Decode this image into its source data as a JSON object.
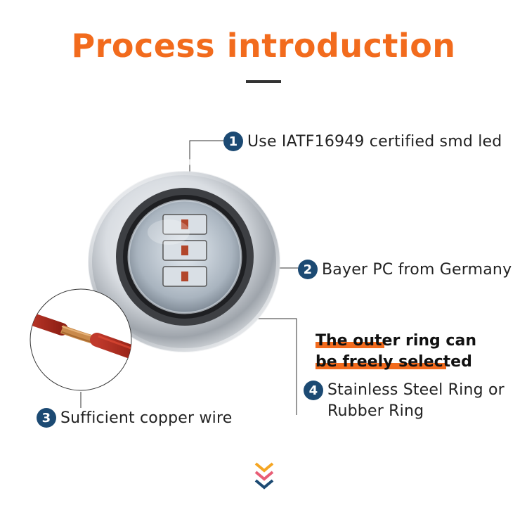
{
  "title": "Process introduction",
  "callouts": {
    "c1": {
      "num": "1",
      "text": "Use IATF16949 certified smd led"
    },
    "c2": {
      "num": "2",
      "text": "Bayer PC from Germany"
    },
    "c3": {
      "num": "3",
      "text": "Sufficient copper wire"
    },
    "c4": {
      "num": "4",
      "line1": "Stainless Steel Ring or",
      "line2": "Rubber Ring"
    }
  },
  "highlight": {
    "line1": "The outer ring can",
    "line2": "be freely selected"
  },
  "colors": {
    "accent": "#f26b1d",
    "badge": "#1c4a73",
    "chevrons": [
      "#f5a623",
      "#e85d75",
      "#1c4a73"
    ]
  },
  "icons": [
    "led-marker-light",
    "copper-wire",
    "chevron-down-icon"
  ]
}
